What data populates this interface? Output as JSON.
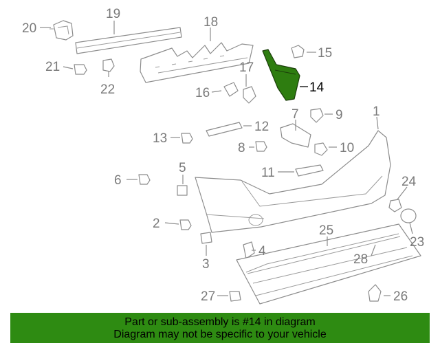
{
  "callouts": [
    {
      "id": "1",
      "label": "1"
    },
    {
      "id": "2",
      "label": "2"
    },
    {
      "id": "3",
      "label": "3"
    },
    {
      "id": "4",
      "label": "4"
    },
    {
      "id": "5",
      "label": "5"
    },
    {
      "id": "6",
      "label": "6"
    },
    {
      "id": "7",
      "label": "7"
    },
    {
      "id": "8",
      "label": "8"
    },
    {
      "id": "9",
      "label": "9"
    },
    {
      "id": "10",
      "label": "10"
    },
    {
      "id": "11",
      "label": "11"
    },
    {
      "id": "12",
      "label": "12"
    },
    {
      "id": "13",
      "label": "13"
    },
    {
      "id": "14",
      "label": "14"
    },
    {
      "id": "15",
      "label": "15"
    },
    {
      "id": "16",
      "label": "16"
    },
    {
      "id": "17",
      "label": "17"
    },
    {
      "id": "18",
      "label": "18"
    },
    {
      "id": "19",
      "label": "19"
    },
    {
      "id": "20",
      "label": "20"
    },
    {
      "id": "21",
      "label": "21"
    },
    {
      "id": "22",
      "label": "22"
    },
    {
      "id": "23",
      "label": "23"
    },
    {
      "id": "24",
      "label": "24"
    },
    {
      "id": "25",
      "label": "25"
    },
    {
      "id": "26",
      "label": "26"
    },
    {
      "id": "27",
      "label": "27"
    },
    {
      "id": "28",
      "label": "28"
    }
  ],
  "highlighted_part": "14",
  "colors": {
    "highlight": "#2e7d10",
    "banner": "#2e8b12",
    "line": "#8c8c8c"
  },
  "banner": {
    "line1": "Part or sub-assembly is #14 in diagram",
    "line2": "Diagram may not be specific to your vehicle"
  }
}
